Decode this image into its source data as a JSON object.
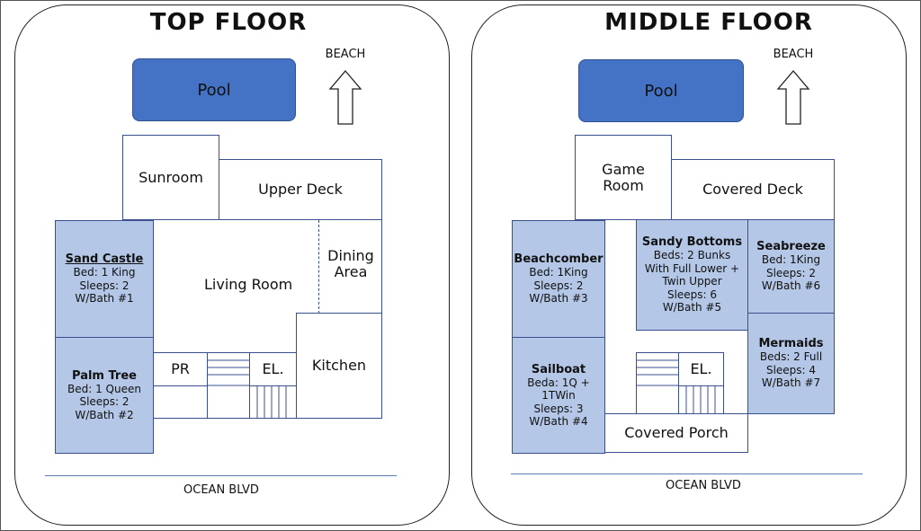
{
  "top_floor": {
    "title": "TOP FLOOR",
    "beach": "BEACH",
    "pool": "Pool",
    "street": "OCEAN BLVD",
    "sunroom": "Sunroom",
    "upper_deck": "Upper Deck",
    "living_room": "Living Room",
    "dining_1": "Dining",
    "dining_2": "Area",
    "kitchen": "Kitchen",
    "pr": "PR",
    "elevator": "EL.",
    "sand_castle": {
      "name": "Sand Castle",
      "bed": "Bed: 1 King",
      "sleeps": "Sleeps: 2",
      "bath": "W/Bath #1"
    },
    "palm_tree": {
      "name": "Palm Tree",
      "bed": "Bed: 1 Queen",
      "sleeps": "Sleeps: 2",
      "bath": "W/Bath #2"
    }
  },
  "middle_floor": {
    "title": "MIDDLE FLOOR",
    "beach": "BEACH",
    "pool": "Pool",
    "street": "OCEAN BLVD",
    "game_room_1": "Game",
    "game_room_2": "Room",
    "covered_deck": "Covered Deck",
    "covered_porch": "Covered Porch",
    "elevator": "EL.",
    "beachcomber": {
      "name": "Beachcomber",
      "bed": "Bed: 1King",
      "sleeps": "Sleeps: 2",
      "bath": "W/Bath #3"
    },
    "sailboat": {
      "name": "Sailboat",
      "bed_1": "Beda: 1Q +",
      "bed_2": "1TWin",
      "sleeps": "Sleeps: 3",
      "bath": "W/Bath #4"
    },
    "sandy_bottoms": {
      "name": "Sandy Bottoms",
      "bed_1": "Beds: 2 Bunks",
      "bed_2": "With Full Lower +",
      "bed_3": "Twin Upper",
      "sleeps": "Sleeps: 6",
      "bath": "W/Bath #5"
    },
    "seabreeze": {
      "name": "Seabreeze",
      "bed": "Bed: 1King",
      "sleeps": "Sleeps: 2",
      "bath": "W/Bath #6"
    },
    "mermaids": {
      "name": "Mermaids",
      "bed": "Beds: 2 Full",
      "sleeps": "Sleeps: 4",
      "bath": "W/Bath #7"
    }
  },
  "colors": {
    "pool": "#4472c4",
    "bedroom": "#b4c7e7",
    "wall": "#3b4f8f"
  }
}
